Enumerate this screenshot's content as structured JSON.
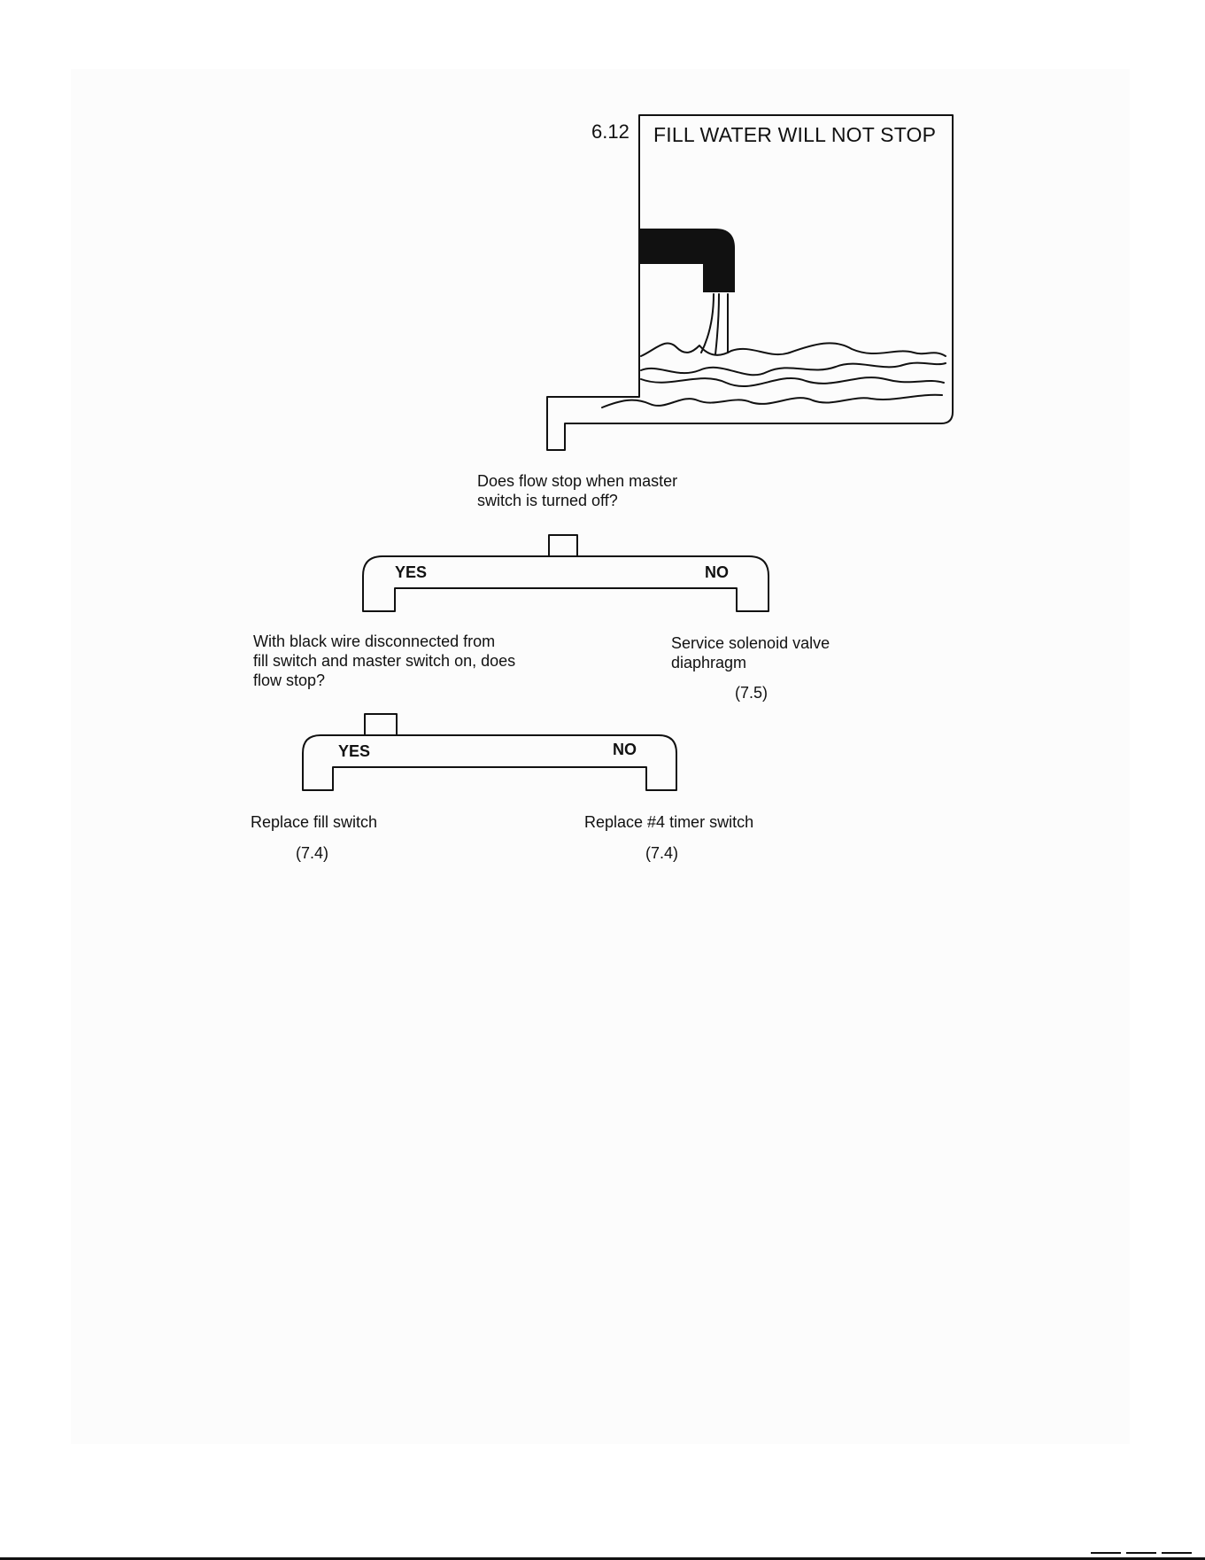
{
  "section_number": "6.12",
  "title": "FILL WATER WILL NOT STOP",
  "question_1": [
    "Does flow stop when master",
    "switch is turned off?"
  ],
  "branch_1": {
    "yes": "YES",
    "no": "NO"
  },
  "question_2": [
    "With black wire disconnected from",
    "fill switch and master switch on, does",
    "flow stop?"
  ],
  "no_action_1": {
    "lines": [
      "Service solenoid valve",
      "diaphragm"
    ],
    "ref": "(7.5)"
  },
  "branch_2": {
    "yes": "YES",
    "no": "NO"
  },
  "yes_action_2": {
    "text": "Replace fill switch",
    "ref": "(7.4)"
  },
  "no_action_2": {
    "text": "Replace #4 timer switch",
    "ref": "(7.4)"
  },
  "icons": [
    "water-faucet-icon",
    "overflowing-water-icon"
  ]
}
